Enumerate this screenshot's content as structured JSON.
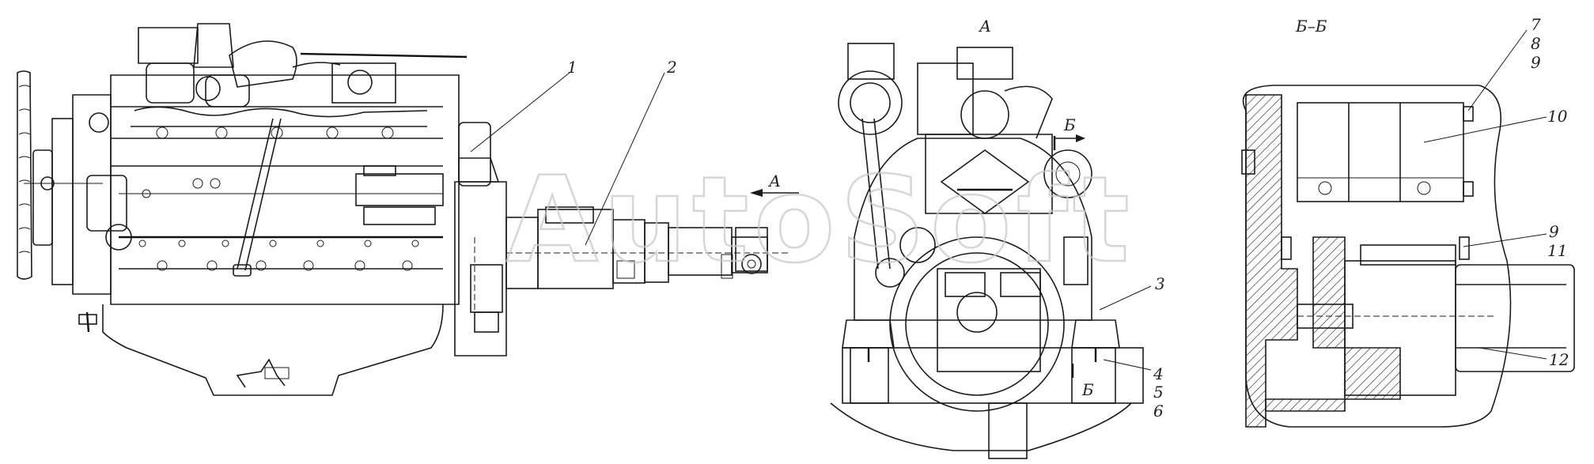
{
  "watermark": "AutoSoft",
  "views": {
    "view_a_title": "А",
    "section_title": "Б–Б"
  },
  "arrow_labels": {
    "view_a_arrow": "А",
    "section_mark_top": "Б",
    "section_mark_bottom": "Б"
  },
  "callouts": {
    "c1": "1",
    "c2": "2",
    "c3": "3",
    "c4": "4",
    "c5": "5",
    "c6": "6",
    "c7": "7",
    "c8": "8",
    "c9a": "9",
    "c10": "10",
    "c9b": "9",
    "c11": "11",
    "c12": "12"
  }
}
